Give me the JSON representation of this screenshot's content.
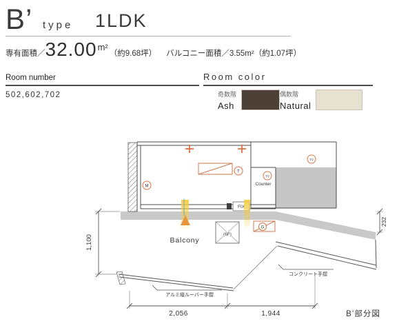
{
  "title": {
    "letter": "B’",
    "word": "type",
    "plan": "1LDK"
  },
  "areas": {
    "senyu_label": "専有面積／",
    "senyu_value": "32.00",
    "senyu_unit": "m²",
    "senyu_note": "（約9.68坪）",
    "balcony_text": "バルコニー面積／3.55m²（約1.07坪）"
  },
  "room_number": {
    "label": "Room number",
    "value": "502,602,702"
  },
  "room_color": {
    "label": "Room color",
    "items": [
      {
        "floor": "奇数階",
        "name": "Ash",
        "hex": "#4c4037"
      },
      {
        "floor": "偶数階",
        "name": "Natural",
        "hex": "#e7e2cf"
      }
    ]
  },
  "plan": {
    "balcony": "Balcony",
    "counter": "Counter",
    "fix": "FIX",
    "floor_ref": "(6F)",
    "sym_m": "M",
    "sym_t": "T",
    "sym_tv_counter": "TV",
    "sym_tv_top": "TV",
    "sym_g": "G",
    "dim_left": "1,100",
    "dim_right": "232",
    "dim_bottom_left": "2,056",
    "dim_bottom_right": "1,944",
    "note_louver": "アルミ縦ルーバー手摺",
    "note_concrete": "コンクリート手摺",
    "caption": "B’部分図"
  },
  "colors": {
    "accent_orange": "#de7240",
    "wall_gray": "#c9c9c9",
    "highlight_yellow": "#f3cd3e"
  }
}
